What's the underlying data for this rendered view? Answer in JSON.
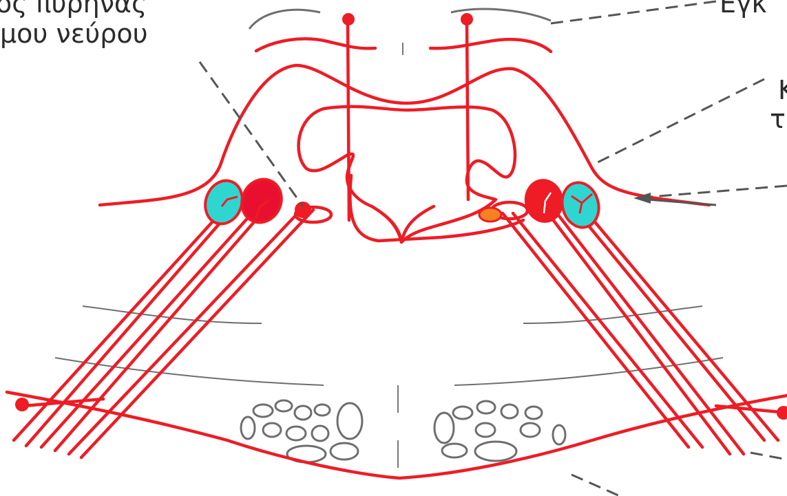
{
  "labels": {
    "top_left_line1": "ος πυρήνας",
    "top_left_line2": "μου νεύρου",
    "top_right": "Εγκ",
    "right_1": "Κι",
    "right_2": "το"
  },
  "colors": {
    "tract": "#ee1c25",
    "outline": "#6e6e6e",
    "leader": "#555555",
    "nucleus_cyan": "#2fd6cf",
    "nucleus_red": "#e8102e",
    "nucleus_orange": "#f58220",
    "text": "#2b2b2b"
  }
}
